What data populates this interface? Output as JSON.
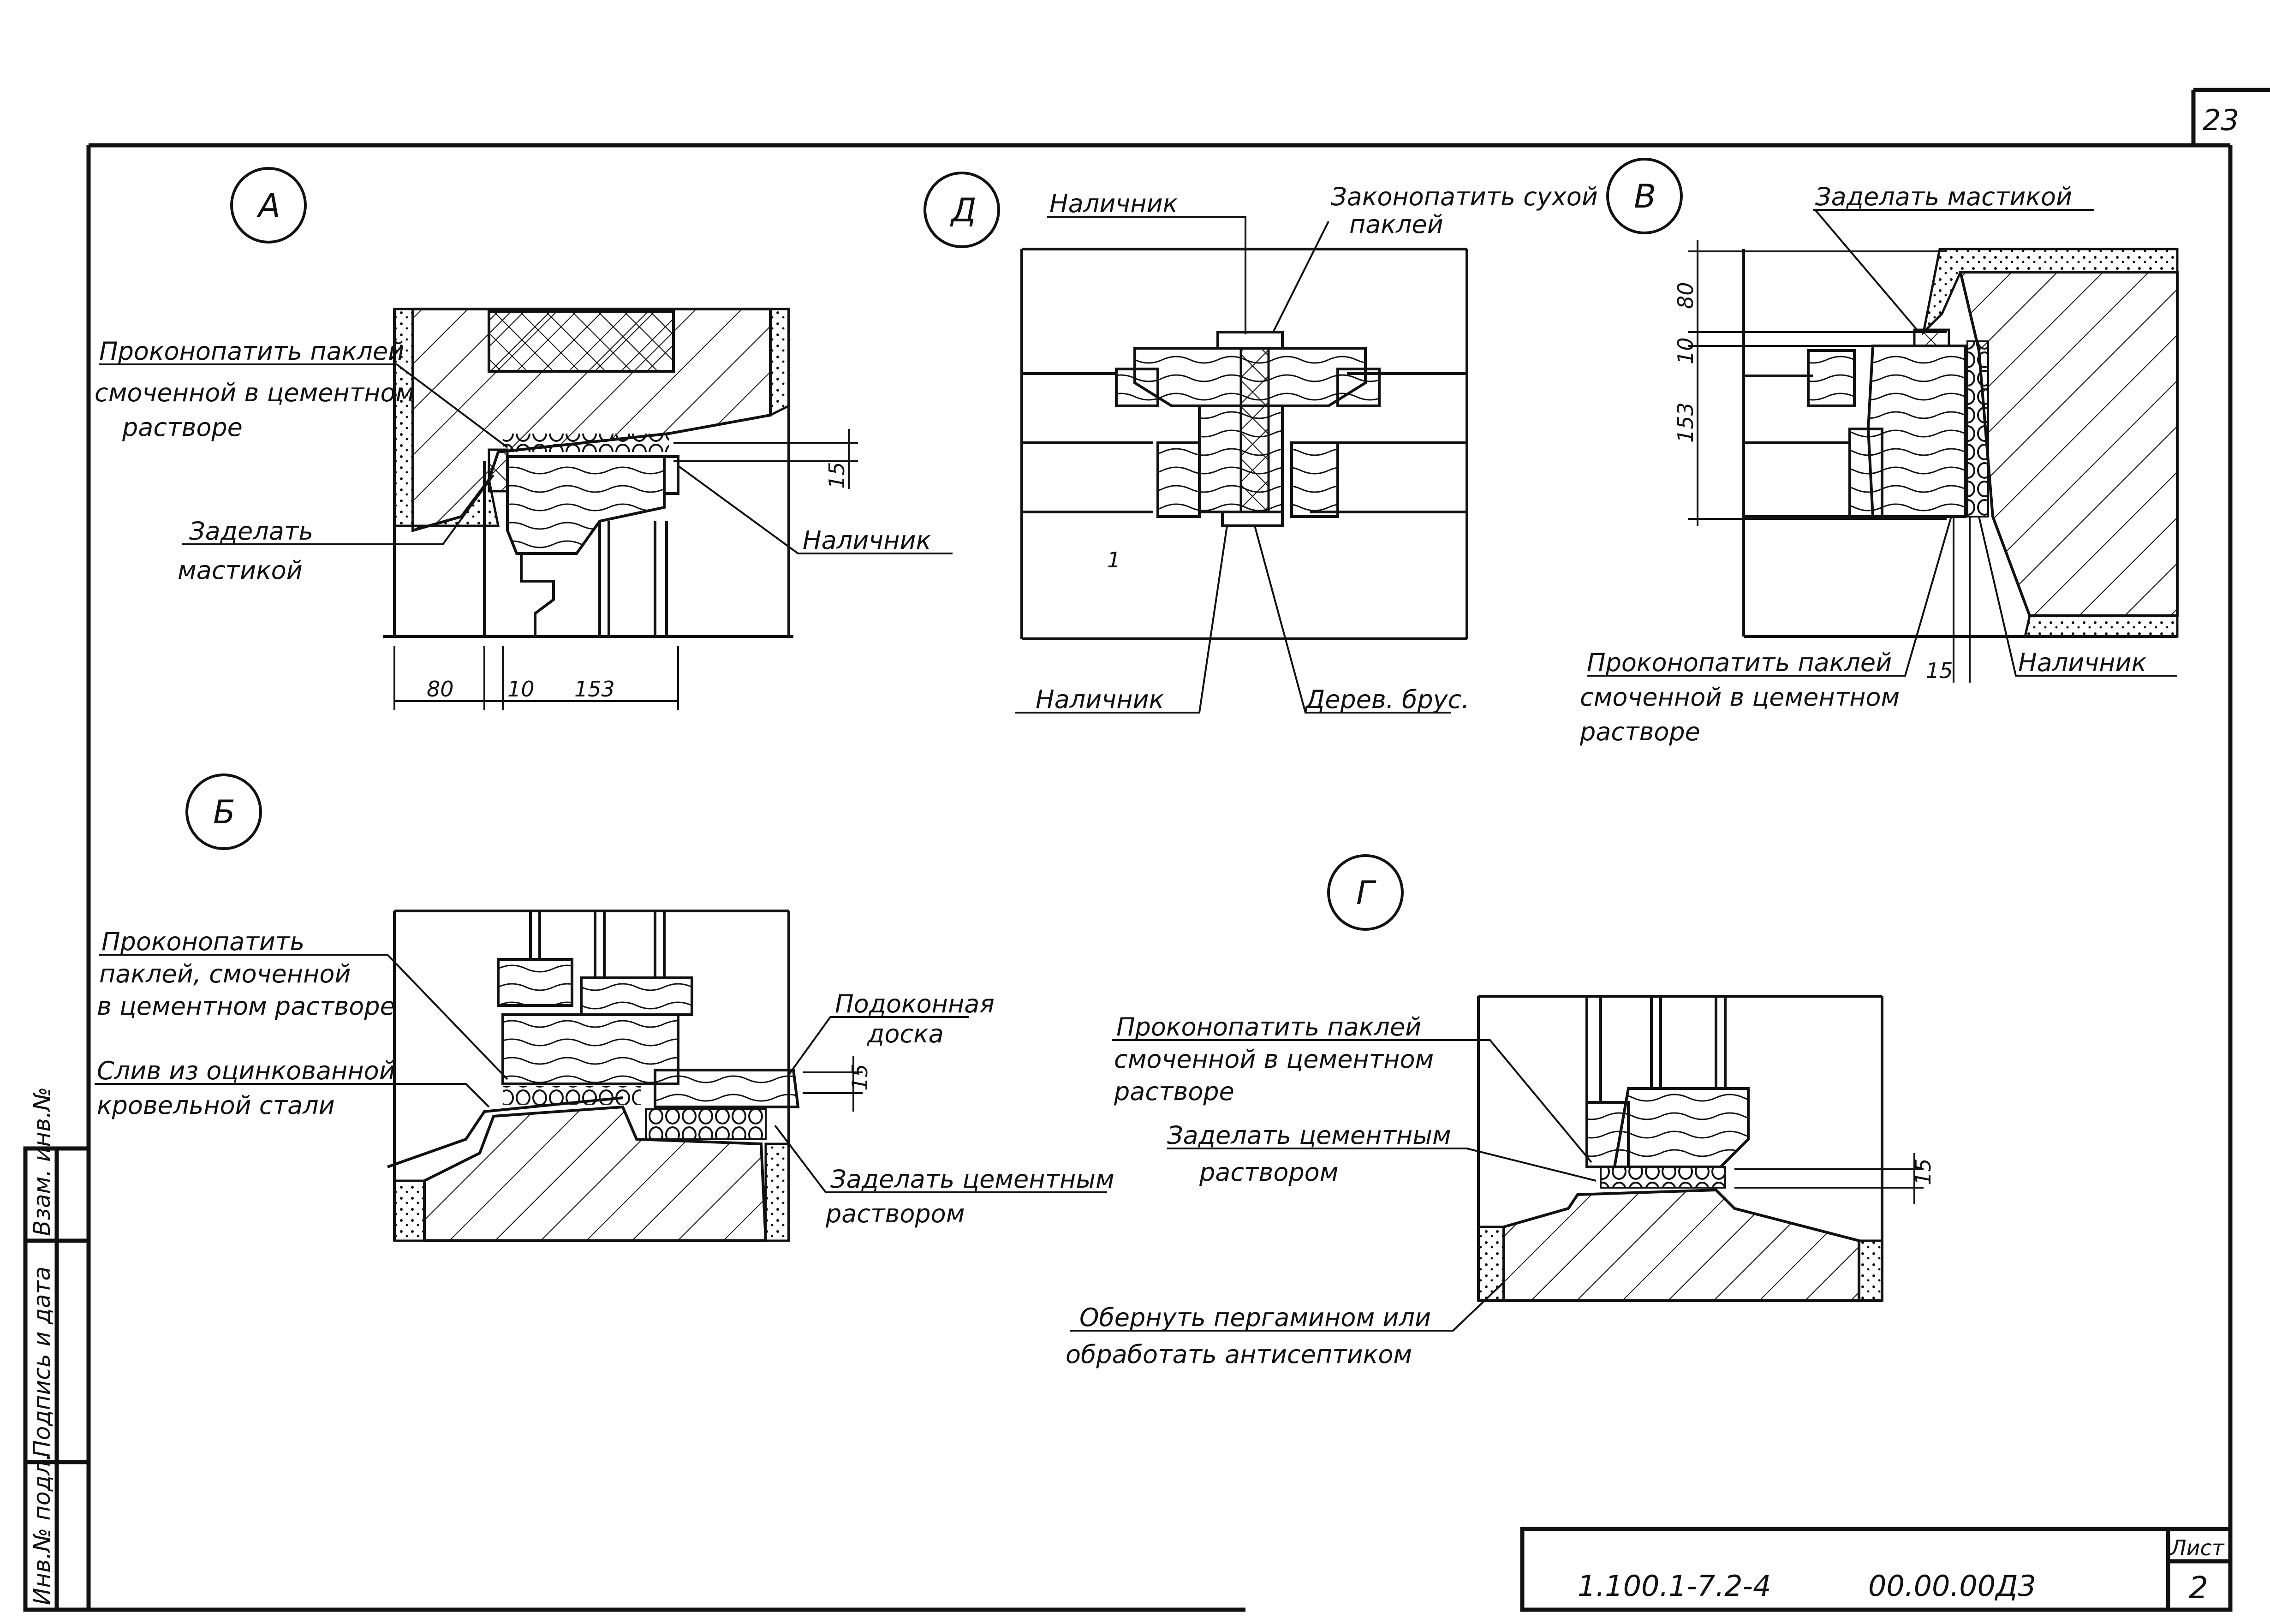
{
  "sheet": {
    "page_number": "23",
    "designation": "1.100.1-7.2-4",
    "code": "00.00.00Д3",
    "list_label": "Лист",
    "list_number": "2",
    "side_stamp": [
      "Инв.№ подл.",
      "Подпись и дата",
      "Взам. инв.№"
    ]
  },
  "details": {
    "A": {
      "mark": "А",
      "note_caulk": [
        "Проконопатить паклей",
        "смоченной в цементном",
        "растворе"
      ],
      "note_mastic": [
        "Заделать",
        "мастикой"
      ],
      "casing": "Наличник",
      "dims": [
        "80",
        "10",
        "153",
        "15"
      ]
    },
    "D": {
      "mark": "Д",
      "casing_top": "Наличник",
      "note_dry": [
        "Законопатить сухой",
        "паклей"
      ],
      "casing_bottom": "Наличник",
      "beam": "Дерев. брус.",
      "small": "1"
    },
    "V": {
      "mark": "В",
      "note_mastic": "Заделать мастикой",
      "note_caulk": [
        "Проконопатить паклей",
        "смоченной в цементном",
        "растворе"
      ],
      "casing": "Наличник",
      "dims": [
        "80",
        "10",
        "153",
        "15"
      ]
    },
    "B": {
      "mark": "Б",
      "note_caulk": [
        "Проконопатить",
        "паклей, смоченной",
        "в цементном растворе"
      ],
      "note_drip": [
        "Слив из оцинкованной",
        "кровельной стали"
      ],
      "sill": [
        "Подоконная",
        "доска"
      ],
      "note_mortar": [
        "Заделать цементным",
        "раствором"
      ],
      "dim": "15"
    },
    "G": {
      "mark": "Г",
      "note_caulk": [
        "Проконопатить паклей",
        "смоченной в цементном",
        "растворе"
      ],
      "note_mortar": [
        "Заделать цементным",
        "раствором"
      ],
      "note_wrap": [
        "Обернуть пергамином или",
        "обработать антисептиком"
      ],
      "dim": "15"
    }
  }
}
